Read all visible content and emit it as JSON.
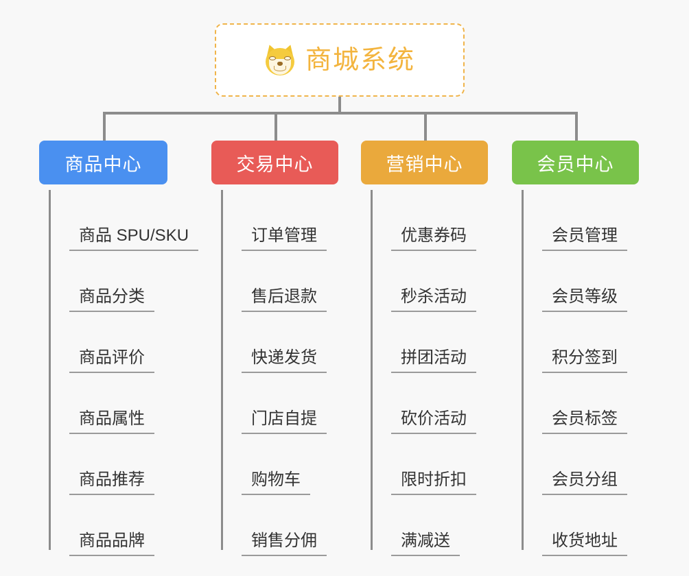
{
  "page": {
    "background": "#f8f8f8",
    "connector_color": "#8c8c8c"
  },
  "root": {
    "title": "商城系统",
    "icon": "shiba-inu-face-icon",
    "border_color": "#f0b44a",
    "text_color": "#f3b43e",
    "background": "#ffffff"
  },
  "branches": [
    {
      "id": "product-center",
      "label": "商品中心",
      "color": "#4a90f0",
      "items": [
        "商品 SPU/SKU",
        "商品分类",
        "商品评价",
        "商品属性",
        "商品推荐",
        "商品品牌"
      ]
    },
    {
      "id": "trade-center",
      "label": "交易中心",
      "color": "#e85b57",
      "items": [
        "订单管理",
        "售后退款",
        "快递发货",
        "门店自提",
        "购物车",
        "销售分佣"
      ]
    },
    {
      "id": "marketing-center",
      "label": "营销中心",
      "color": "#eaa93c",
      "items": [
        "优惠券码",
        "秒杀活动",
        "拼团活动",
        "砍价活动",
        "限时折扣",
        "满减送"
      ]
    },
    {
      "id": "member-center",
      "label": "会员中心",
      "color": "#79c34a",
      "items": [
        "会员管理",
        "会员等级",
        "积分签到",
        "会员标签",
        "会员分组",
        "收货地址"
      ]
    }
  ]
}
